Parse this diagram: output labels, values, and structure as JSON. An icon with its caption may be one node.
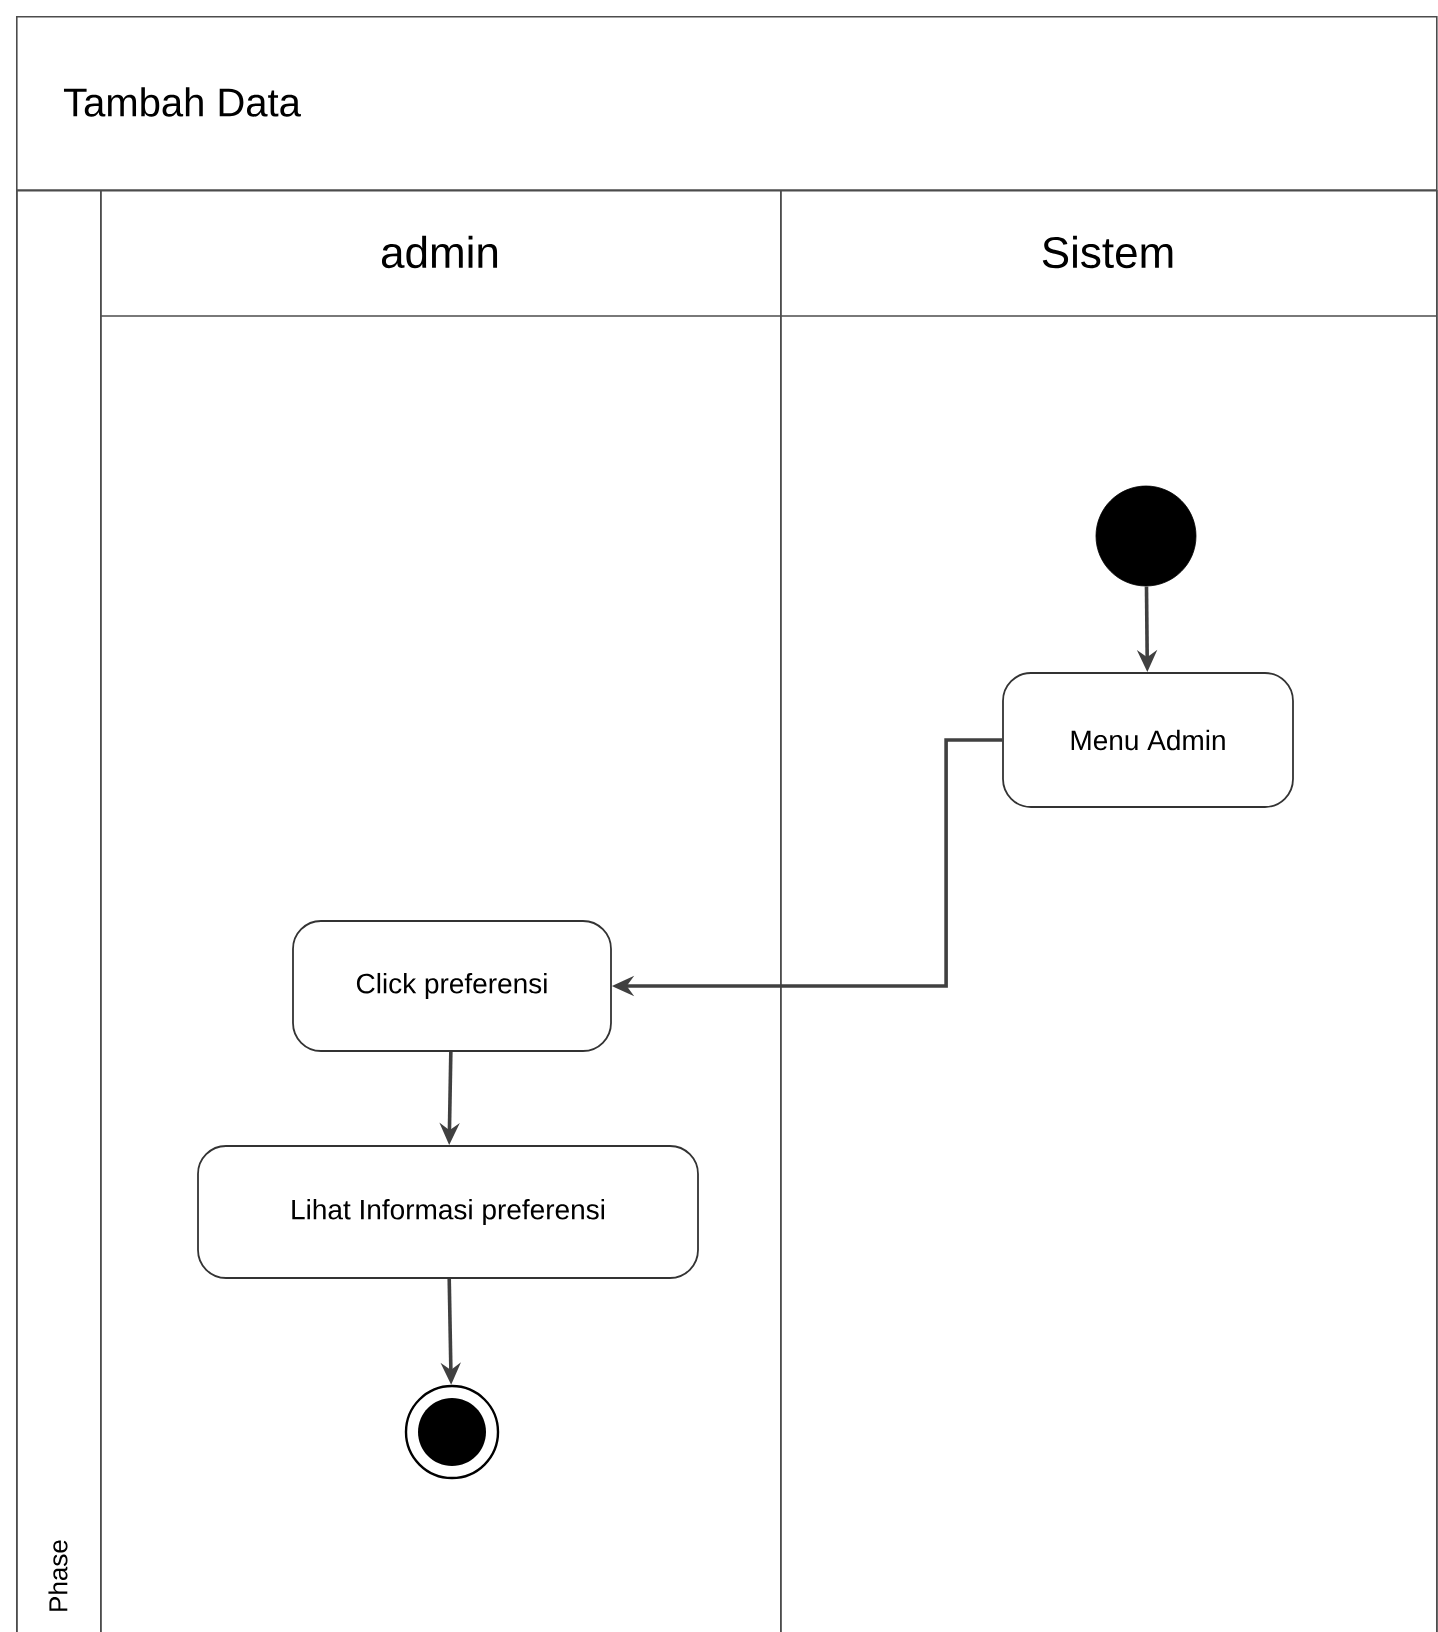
{
  "diagram": {
    "nodes": [
      {
        "text": [
          "Tambah Data"
        ]
      },
      {
        "text": [
          "Phase"
        ],
        "in": 0
      },
      {
        "text": [
          "admin"
        ],
        "in": 0
      },
      {
        "text": [
          "Sistem"
        ],
        "in": 0
      },
      {
        "text": [],
        "shape": "circle",
        "in": 3
      },
      {
        "text": [
          "Menu Admin"
        ],
        "in": 3
      },
      {
        "text": [
          "Click preferensi"
        ],
        "in": 2
      },
      {
        "text": [
          "Lihat Informasi preferensi"
        ],
        "in": 2
      },
      {
        "text": [],
        "shape": "circle",
        "in": 2
      }
    ],
    "edges": [
      {
        "from": 4,
        "to": 5,
        "arrow": "to"
      },
      {
        "from": 5,
        "to": 6,
        "arrow": "to"
      },
      {
        "from": 6,
        "to": 7,
        "arrow": "to"
      },
      {
        "from": 7,
        "to": 8,
        "arrow": "to"
      }
    ]
  }
}
